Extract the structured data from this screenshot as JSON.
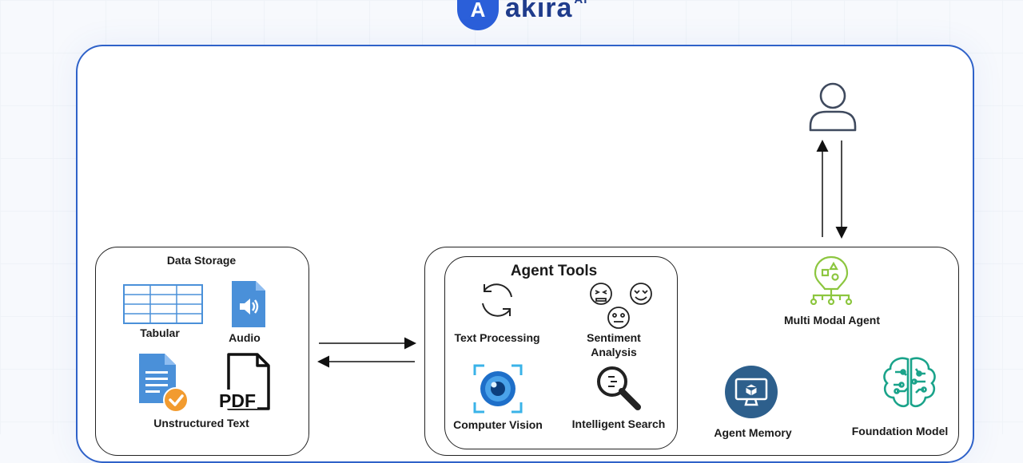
{
  "brand": {
    "name": "akira",
    "suffix": "AI",
    "accent": "#2b5fd9"
  },
  "data_storage": {
    "title": "Data Storage",
    "items": [
      {
        "label": "Tabular",
        "icon": "table-icon"
      },
      {
        "label": "Audio",
        "icon": "audio-file-icon"
      },
      {
        "label": "Unstructured Text",
        "icon": "document-check-icon"
      },
      {
        "label": "PDF",
        "icon": "pdf-file-icon"
      }
    ]
  },
  "agent_tools": {
    "title": "Agent Tools",
    "items": [
      {
        "label": "Text Processing",
        "icon": "refresh-cycle-icon"
      },
      {
        "label": "Sentiment\nAnalysis",
        "icon": "emoji-faces-icon"
      },
      {
        "label": "Computer Vision",
        "icon": "camera-eye-icon"
      },
      {
        "label": "Intelligent Search",
        "icon": "magnifier-icon"
      }
    ]
  },
  "multi_modal_agent": {
    "label": "Multi Modal Agent",
    "icon": "agent-network-icon",
    "color": "#8cc63f"
  },
  "agent_memory": {
    "label": "Agent Memory",
    "icon": "monitor-icon"
  },
  "foundation_model": {
    "label": "Foundation Model",
    "icon": "brain-circuit-icon",
    "color": "#1aa38a"
  },
  "user": {
    "icon": "user-icon"
  }
}
